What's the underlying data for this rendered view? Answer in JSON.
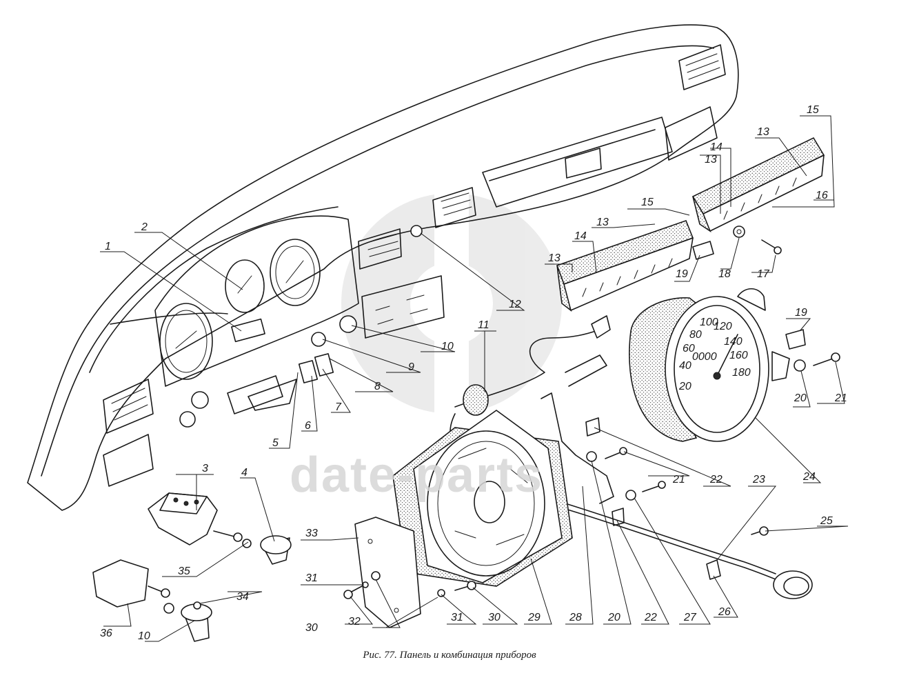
{
  "caption": "Рис. 77. Панель и комбинация приборов",
  "watermark": "date-parts",
  "callouts": [
    {
      "id": "c1",
      "label": "1"
    },
    {
      "id": "c2",
      "label": "2"
    },
    {
      "id": "c3",
      "label": "3"
    },
    {
      "id": "c4",
      "label": "4"
    },
    {
      "id": "c5",
      "label": "5"
    },
    {
      "id": "c6",
      "label": "6"
    },
    {
      "id": "c7",
      "label": "7"
    },
    {
      "id": "c8",
      "label": "8"
    },
    {
      "id": "c9",
      "label": "9"
    },
    {
      "id": "c10a",
      "label": "10"
    },
    {
      "id": "c10b",
      "label": "10"
    },
    {
      "id": "c11",
      "label": "11"
    },
    {
      "id": "c12",
      "label": "12"
    },
    {
      "id": "c13a",
      "label": "13"
    },
    {
      "id": "c13b",
      "label": "13"
    },
    {
      "id": "c13c",
      "label": "13"
    },
    {
      "id": "c13d",
      "label": "13"
    },
    {
      "id": "c14a",
      "label": "14"
    },
    {
      "id": "c14b",
      "label": "14"
    },
    {
      "id": "c15a",
      "label": "15"
    },
    {
      "id": "c15b",
      "label": "15"
    },
    {
      "id": "c16",
      "label": "16"
    },
    {
      "id": "c17",
      "label": "17"
    },
    {
      "id": "c18",
      "label": "18"
    },
    {
      "id": "c19a",
      "label": "19"
    },
    {
      "id": "c19b",
      "label": "19"
    },
    {
      "id": "c20a",
      "label": "20"
    },
    {
      "id": "c20b",
      "label": "20"
    },
    {
      "id": "c21a",
      "label": "21"
    },
    {
      "id": "c21b",
      "label": "21"
    },
    {
      "id": "c22a",
      "label": "22"
    },
    {
      "id": "c22b",
      "label": "22"
    },
    {
      "id": "c23",
      "label": "23"
    },
    {
      "id": "c24",
      "label": "24"
    },
    {
      "id": "c25",
      "label": "25"
    },
    {
      "id": "c26",
      "label": "26"
    },
    {
      "id": "c27",
      "label": "27"
    },
    {
      "id": "c28",
      "label": "28"
    },
    {
      "id": "c29",
      "label": "29"
    },
    {
      "id": "c30a",
      "label": "30"
    },
    {
      "id": "c30b",
      "label": "30"
    },
    {
      "id": "c31a",
      "label": "31"
    },
    {
      "id": "c31b",
      "label": "31"
    },
    {
      "id": "c32",
      "label": "32"
    },
    {
      "id": "c33",
      "label": "33"
    },
    {
      "id": "c34",
      "label": "34"
    },
    {
      "id": "c35",
      "label": "35"
    },
    {
      "id": "c36",
      "label": "36"
    }
  ],
  "speedometer": {
    "scale": [
      "20",
      "40",
      "60",
      "80",
      "100",
      "120",
      "140",
      "160",
      "180"
    ],
    "odometer": "0000"
  }
}
